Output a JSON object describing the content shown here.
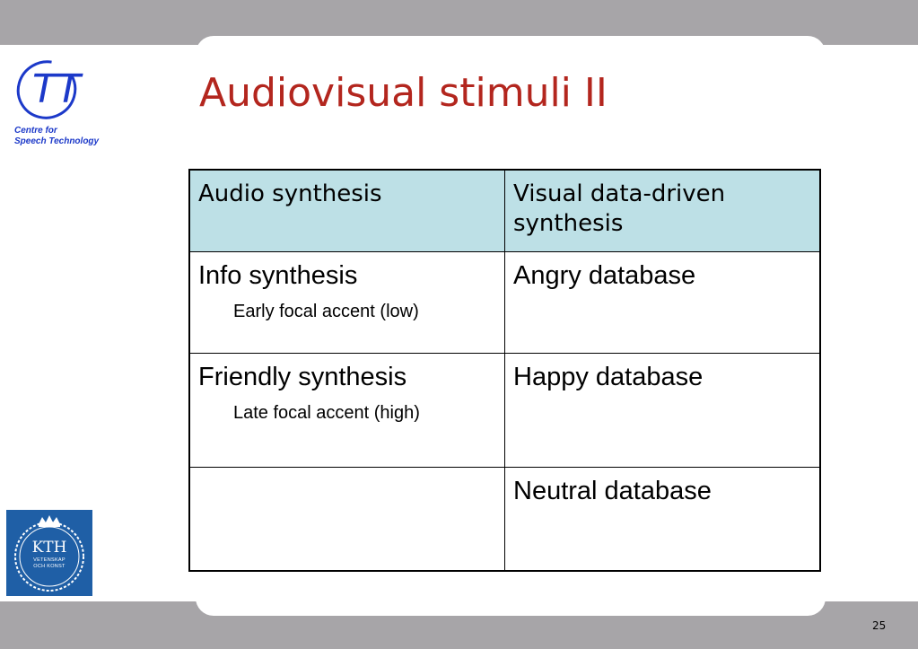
{
  "logo": {
    "ctt_letters": "TT",
    "caption_line1": "Centre for",
    "caption_line2": "Speech Technology"
  },
  "title": "Audiovisual stimuli II",
  "table": {
    "headers": [
      "Audio synthesis",
      "Visual data-driven synthesis"
    ],
    "rows": [
      {
        "left_main": "Info synthesis",
        "left_sub": "Early focal accent (low)",
        "right_main": "Angry database"
      },
      {
        "left_main": "Friendly synthesis",
        "left_sub": "Late focal accent (high)",
        "right_main": "Happy database"
      },
      {
        "left_main": "",
        "left_sub": "",
        "right_main": "Neutral database"
      }
    ]
  },
  "kth_logo": {
    "name": "KTH",
    "line1": "VETENSKAP",
    "line2": "OCH KONST"
  },
  "page_number": "25",
  "colors": {
    "title": "#b3261e",
    "header_fill": "#bde0e6",
    "band": "#a7a5a8",
    "ctt_blue": "#1c39c9",
    "kth_blue": "#1f5fa6"
  }
}
